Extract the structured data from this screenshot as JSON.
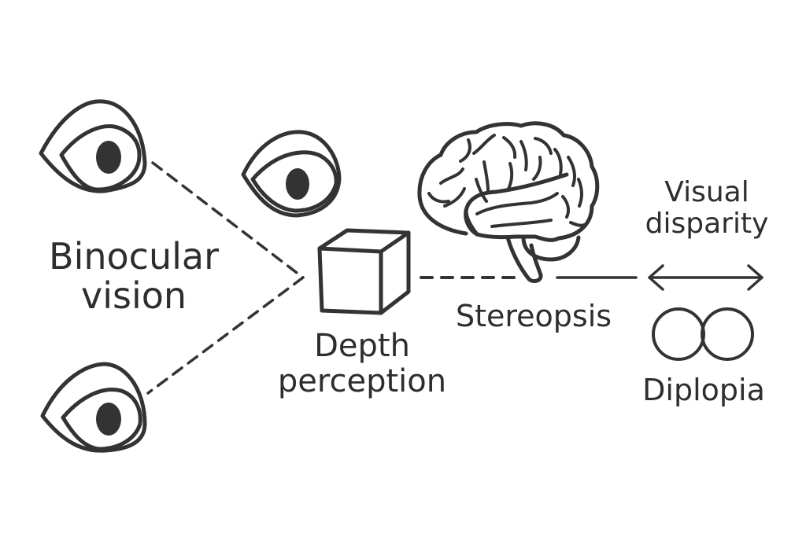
{
  "diagram": {
    "title": "Binocular vision concepts",
    "colors": {
      "background": "#ffffff",
      "ink": "#333333",
      "text": "#2e2e2e"
    },
    "nodes": {
      "binocular_vision": {
        "lines": [
          "Binocular",
          "vision"
        ],
        "icon": "eye-icon"
      },
      "depth_perception": {
        "lines": [
          "Depth",
          "perception"
        ],
        "icon": "cube-icon"
      },
      "stereopsis": {
        "lines": [
          "Stereopsis"
        ],
        "icon": "brain-icon"
      },
      "visual_disparity": {
        "lines": [
          "Visual",
          "disparity"
        ],
        "icon": "double-arrow-icon"
      },
      "diplopia": {
        "lines": [
          "Diplopia"
        ],
        "icon": "overlapping-circles-icon"
      }
    },
    "edges": [
      {
        "from": "eye-top-left",
        "to": "depth_perception",
        "style": "dashed"
      },
      {
        "from": "eye-bottom-left",
        "to": "depth_perception",
        "style": "dashed"
      },
      {
        "from": "depth_perception",
        "to": "stereopsis",
        "style": "dashed"
      },
      {
        "from": "stereopsis",
        "to": "visual_disparity",
        "style": "solid"
      },
      {
        "from": "visual_disparity",
        "to": "visual_disparity",
        "style": "double-arrow"
      }
    ]
  }
}
